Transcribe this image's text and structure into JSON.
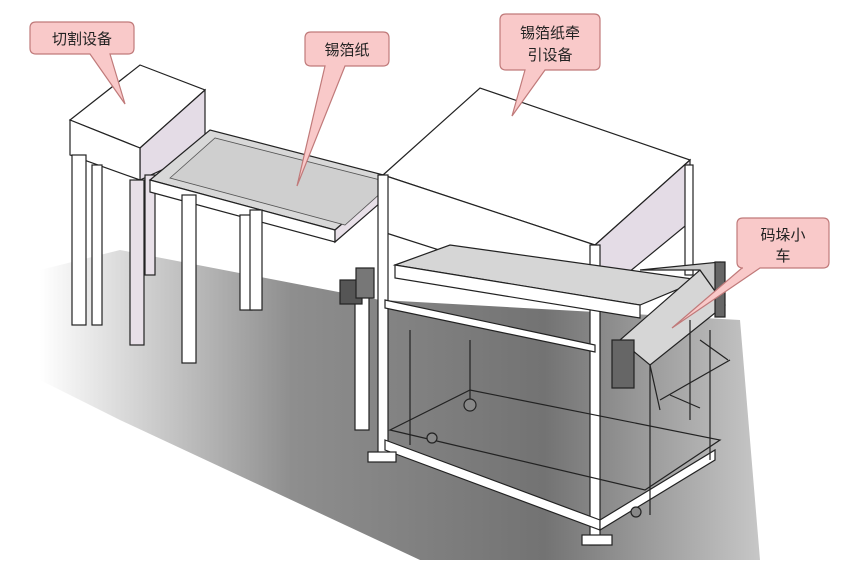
{
  "callouts": [
    {
      "id": "cutting",
      "lines": [
        "切割设备"
      ]
    },
    {
      "id": "foil",
      "lines": [
        "锡箔纸"
      ]
    },
    {
      "id": "traction",
      "lines": [
        "锡箔纸牵",
        "引设备"
      ]
    },
    {
      "id": "cart",
      "lines": [
        "码垛小",
        "车"
      ]
    }
  ],
  "colors": {
    "callout_fill": "#f9c9c9",
    "callout_stroke": "#c07a7a",
    "frame_fill": "#ffffff",
    "panel_fill": "#e8e0e8",
    "line": "#222222",
    "shadow": "#5a5a5a"
  }
}
